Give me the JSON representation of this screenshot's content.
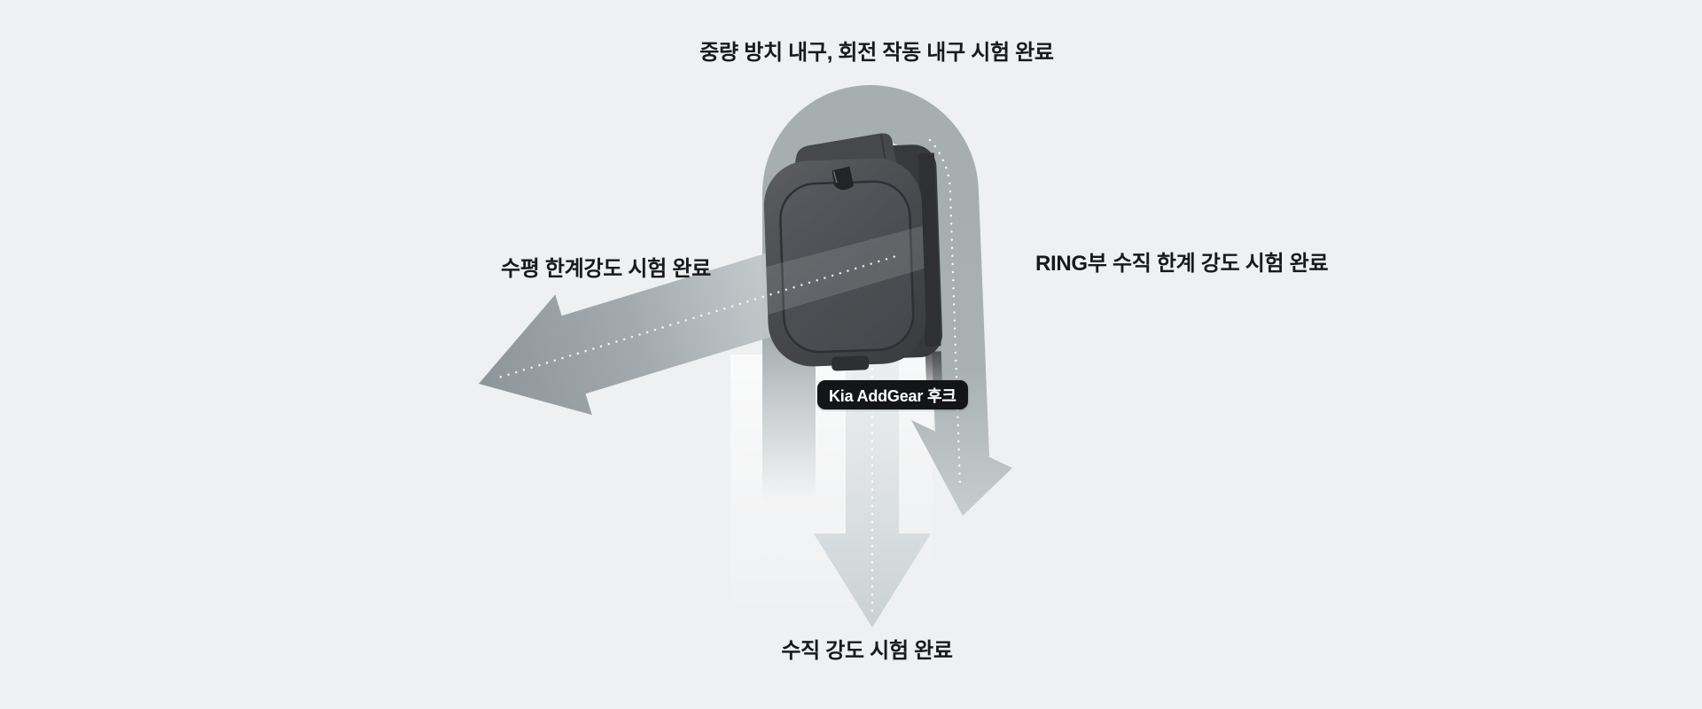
{
  "page": {
    "background_color": "#eff0f1",
    "text_color": "#17191c"
  },
  "diagram": {
    "annotations": {
      "top": "중량 방치 내구, 회전 작동 내구 시험 완료",
      "left": "수평 한계강도 시험 완료",
      "right": "RING부 수직 한계 강도 시험 완료",
      "bottom": "수직 강도 시험 완료"
    },
    "product": {
      "badge_label": "Kia AddGear 후크",
      "badge_bg": "#141517",
      "badge_text_color": "#ffffff",
      "body_color": "#47494c"
    },
    "arrows": {
      "arch_color": "#a7aeb0",
      "horizontal_arrow_tip_color": "#8d9599",
      "vertical_arrow_color": "#dfe3e5",
      "dotted_line_color": "#ffffff"
    }
  }
}
